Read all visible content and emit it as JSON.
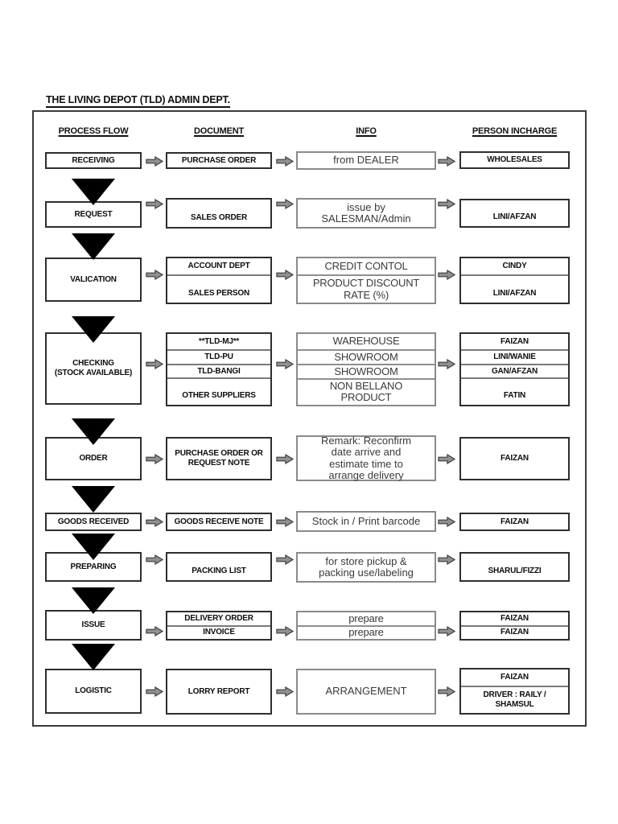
{
  "title": "THE LIVING DEPOT (TLD) ADMIN DEPT.",
  "columns": [
    "PROCESS FLOW",
    "DOCUMENT",
    "INFO",
    "PERSON INCHARGE"
  ],
  "flow": {
    "rows": [
      {
        "step": "RECEIVING",
        "docs": [
          "PURCHASE ORDER"
        ],
        "info": [
          "from DEALER"
        ],
        "persons": [
          "WHOLESALES"
        ]
      },
      {
        "step": "REQUEST",
        "docs": [
          "SALES ORDER"
        ],
        "info": [
          "issue by\nSALESMAN/Admin"
        ],
        "persons": [
          "LINI/AFZAN"
        ]
      },
      {
        "step": "VALICATION",
        "docs": [
          "ACCOUNT DEPT",
          "SALES PERSON"
        ],
        "info": [
          "CREDIT CONTOL",
          "PRODUCT DISCOUNT\nRATE (%)"
        ],
        "persons": [
          "CINDY",
          "LINI/AFZAN"
        ]
      },
      {
        "step": "CHECKING\n(STOCK AVAILABLE)",
        "docs": [
          "**TLD-MJ**",
          "TLD-PU",
          "TLD-BANGI",
          "OTHER SUPPLIERS"
        ],
        "info": [
          "WAREHOUSE",
          "SHOWROOM",
          "SHOWROOM",
          "NON BELLANO\nPRODUCT"
        ],
        "persons": [
          "FAIZAN",
          "LINI/WANIE",
          "GAN/AFZAN",
          "FATIN"
        ]
      },
      {
        "step": "ORDER",
        "docs": [
          "PURCHASE ORDER OR\nREQUEST NOTE"
        ],
        "info": [
          "Remark: Reconfirm\ndate arrive and\nestimate time to\narrange delivery"
        ],
        "persons": [
          "FAIZAN"
        ]
      },
      {
        "step": "GOODS RECEIVED",
        "docs": [
          "GOODS RECEIVE NOTE"
        ],
        "info": [
          "Stock in / Print barcode"
        ],
        "persons": [
          "FAIZAN"
        ]
      },
      {
        "step": "PREPARING",
        "docs": [
          "PACKING LIST"
        ],
        "info": [
          "for store pickup &\npacking use/labeling"
        ],
        "persons": [
          "SHARUL/FIZZI"
        ]
      },
      {
        "step": "ISSUE",
        "docs": [
          "DELIVERY ORDER",
          "INVOICE"
        ],
        "info": [
          "prepare",
          "prepare"
        ],
        "persons": [
          "FAIZAN",
          "FAIZAN"
        ]
      },
      {
        "step": "LOGISTIC",
        "docs": [
          "LORRY REPORT"
        ],
        "info": [
          "ARRANGEMENT"
        ],
        "persons": [
          "FAIZAN",
          "DRIVER : RAILY /\nSHAMSUL"
        ]
      }
    ]
  },
  "icons": {
    "right_arrow": "block-right-arrow",
    "down_arrow": "solid-down-triangle"
  },
  "colors": {
    "box_border": "#2e2e2e",
    "info_border": "#8a8a8a",
    "group_divider": "#7a7a7a",
    "arrow_fill": "#909090",
    "arrow_outline": "#3d3d3d",
    "triangle_fill": "#000000",
    "label_text": "#0d0d0d",
    "info_text": "#3a3a3a",
    "frame_border": "#3b3b3b",
    "page_background": "#ffffff"
  }
}
